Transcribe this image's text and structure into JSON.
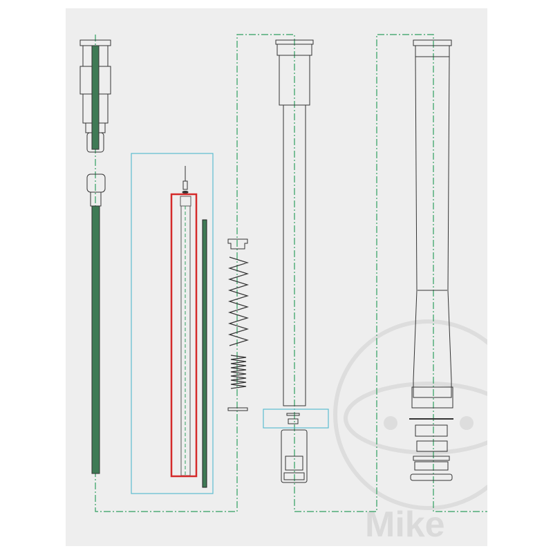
{
  "diagram": {
    "type": "exploded parts drawing",
    "watermark": "Mike",
    "colors": {
      "background": "#ffffff",
      "panel": "#eeeeee",
      "line": "#333333",
      "centerline": "#2e9e5e",
      "group_box": "#5bbccf",
      "highlight_box": "#d42a2a",
      "watermark": "#d8d8d8"
    },
    "parts": [
      {
        "name": "cartridge-top-assembly"
      },
      {
        "name": "damper-rod"
      },
      {
        "name": "inner-rod",
        "highlighted": true
      },
      {
        "name": "thin-rod"
      },
      {
        "name": "spring-cap"
      },
      {
        "name": "main-spring"
      },
      {
        "name": "short-spring"
      },
      {
        "name": "washer"
      },
      {
        "name": "inner-tube"
      },
      {
        "name": "bottom-foot"
      },
      {
        "name": "outer-tube"
      },
      {
        "name": "seal-rings"
      }
    ]
  }
}
